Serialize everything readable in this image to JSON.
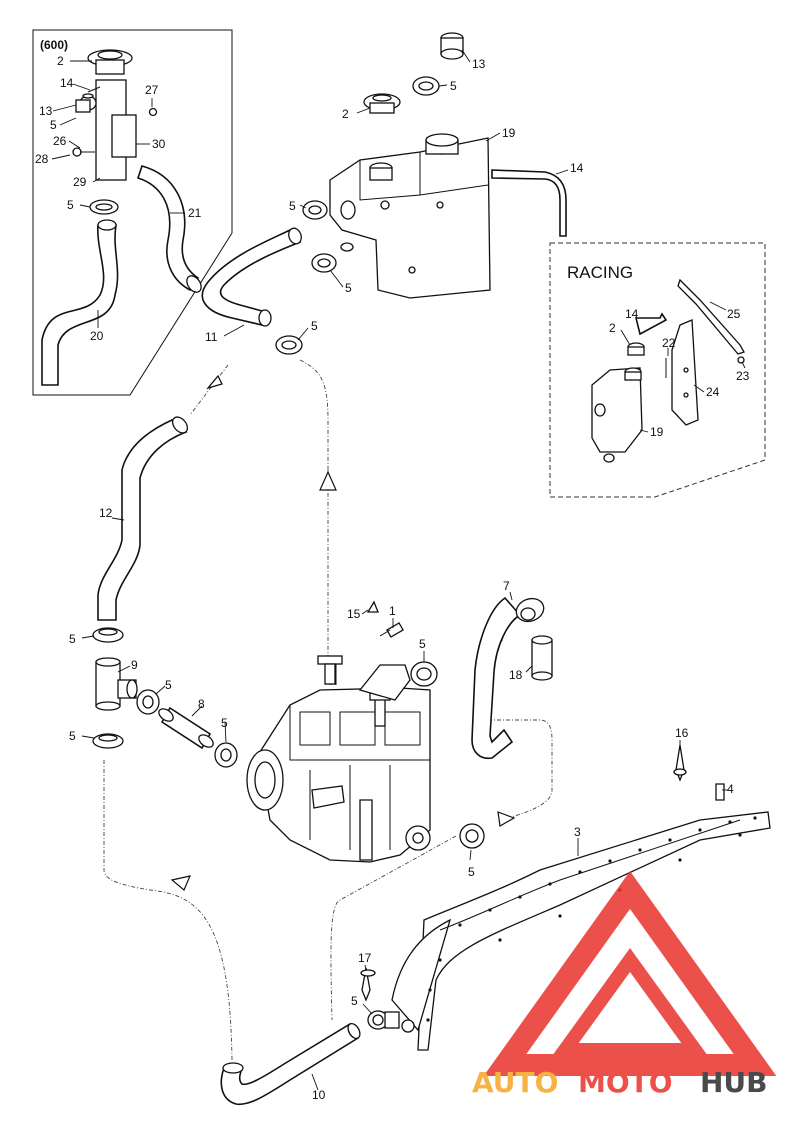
{
  "diagram": {
    "variant_label_600": "(600)",
    "racing_label": "RACING",
    "callouts": {
      "c_2_a": "2",
      "c_14_a": "14",
      "c_27": "27",
      "c_13_a": "13",
      "c_5_a": "5",
      "c_30": "30",
      "c_26": "26",
      "c_28": "28",
      "c_29": "29",
      "c_5_b": "5",
      "c_21": "21",
      "c_20": "20",
      "c_13_b": "13",
      "c_5_c": "5",
      "c_2_b": "2",
      "c_19_a": "19",
      "c_14_b": "14",
      "c_5_d": "5",
      "c_5_e": "5",
      "c_11": "11",
      "c_5_f": "5",
      "c_14_c": "14",
      "c_2_c": "2",
      "c_25": "25",
      "c_22": "22",
      "c_23": "23",
      "c_24": "24",
      "c_19_b": "19",
      "c_12": "12",
      "c_7": "7",
      "c_15": "15",
      "c_1": "1",
      "c_5_g": "5",
      "c_18": "18",
      "c_5_h": "5",
      "c_9": "9",
      "c_5_i": "5",
      "c_8": "8",
      "c_5_j": "5",
      "c_5_k": "5",
      "c_16": "16",
      "c_4": "4",
      "c_3": "3",
      "c_5_l": "5",
      "c_17": "17",
      "c_5_m": "5",
      "c_10": "10"
    }
  },
  "watermark": {
    "text_part1": "AUTO",
    "text_part2": "MOTO",
    "text_part3": "HUB",
    "color_orange": "#f5a623",
    "color_red": "#e8322b",
    "color_dark": "#2b2b2b"
  }
}
